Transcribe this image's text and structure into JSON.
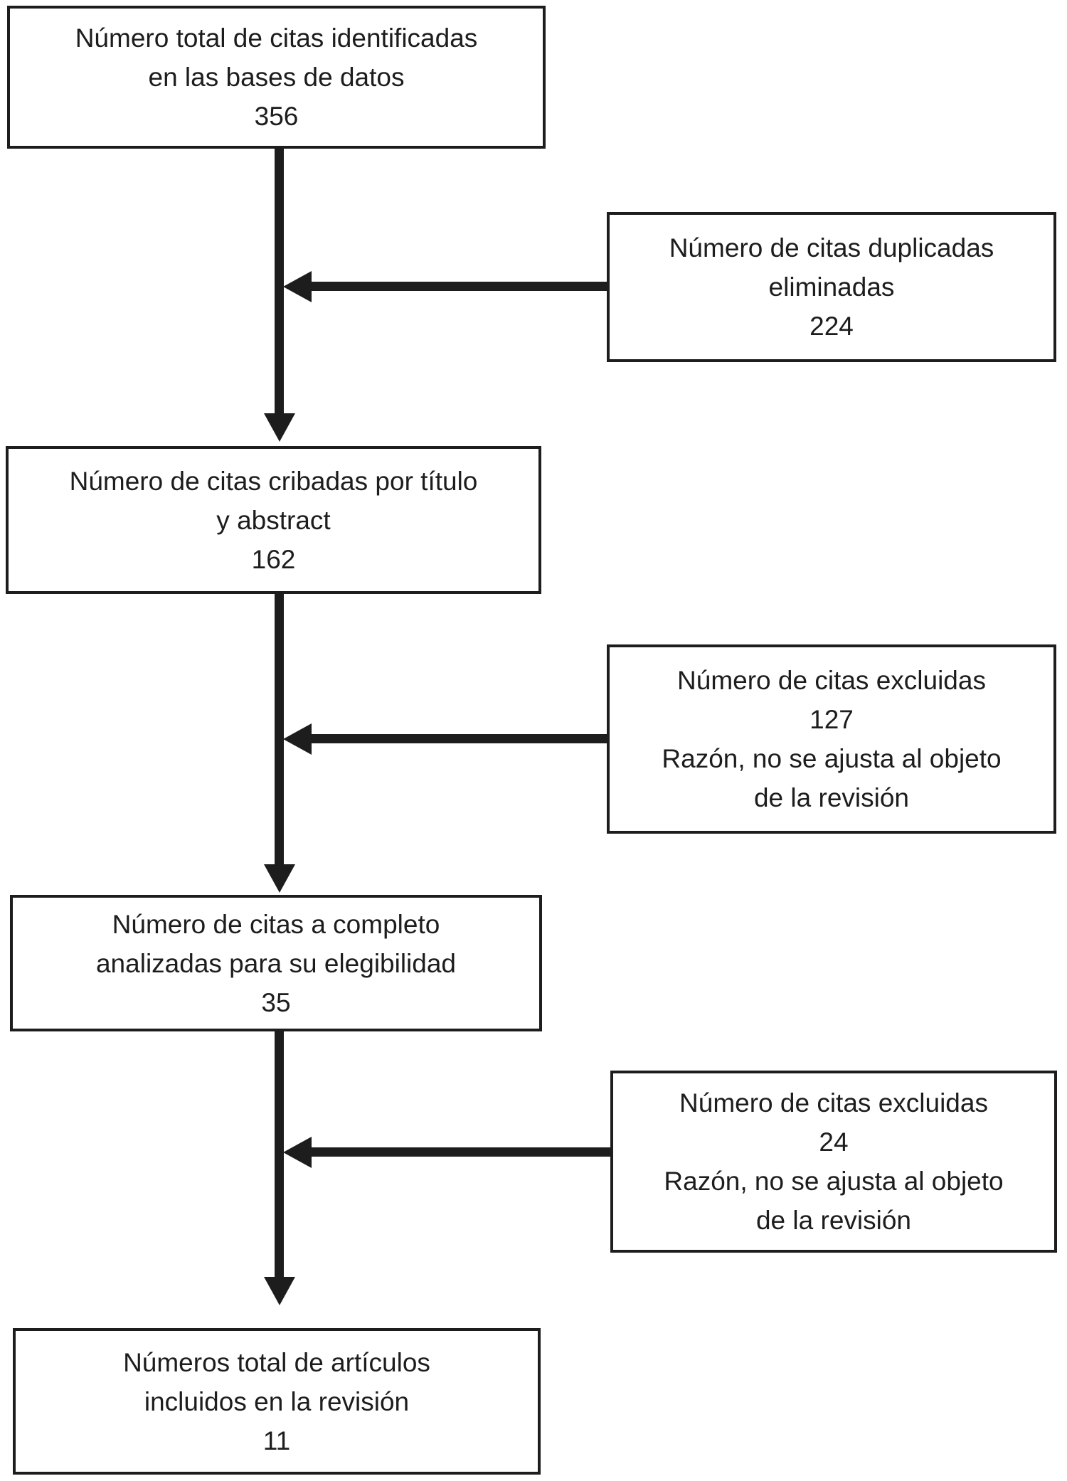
{
  "diagram": {
    "type": "prisma-flowchart",
    "language": "es",
    "colors": {
      "ink": "#1d1d1d",
      "background": "#ffffff"
    },
    "boxes": {
      "identified": {
        "label": "Número total de citas identificadas\nen las bases de datos",
        "value": "356"
      },
      "duplicates_removed": {
        "label": "Número de citas duplicadas\neliminadas",
        "value": "224"
      },
      "screened_title_abstract": {
        "label": "Número de citas cribadas por título\ny abstract",
        "value": "162"
      },
      "excluded_title_abstract": {
        "label": "Número de citas excluidas",
        "value": "127",
        "reason": "Razón, no se ajusta al objeto\nde la revisión"
      },
      "fulltext_assessed": {
        "label": "Número de citas a completo\nanalizadas para su elegibilidad",
        "value": "35"
      },
      "excluded_fulltext": {
        "label": "Número de citas excluidas",
        "value": "24",
        "reason": "Razón, no se ajusta al objeto\nde la revisión"
      },
      "included": {
        "label": "Números total de artículos\nincluidos en la revisión",
        "value": "11"
      }
    }
  }
}
